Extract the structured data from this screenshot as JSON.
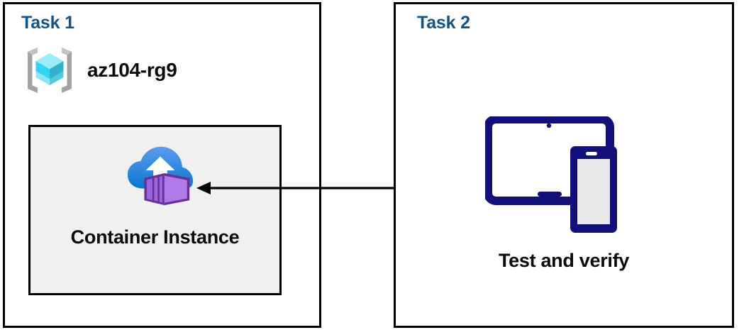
{
  "diagram": {
    "title": "Azure Container Instance task diagram",
    "panels": [
      {
        "heading": "Task 1",
        "heading_color": "#11548a",
        "resource_group": {
          "icon": "resource-group-cube-icon",
          "label": "az104-rg9"
        },
        "resource": {
          "icon": "container-instance-icon",
          "label": "Container Instance",
          "box_fill": "#f0f0f0",
          "box_border": "#000000"
        }
      },
      {
        "heading": "Task 2",
        "heading_color": "#11548a",
        "item": {
          "icon": "tablet-and-phone-devices-icon",
          "label": "Test and verify",
          "icon_color": "#11107a"
        }
      }
    ],
    "connector": {
      "name": "arrow-task2-to-container-instance",
      "direction": "left",
      "color": "#000000",
      "from": "Test and verify",
      "to": "Container Instance"
    },
    "palette": {
      "heading_blue": "#11548a",
      "navy": "#11107a",
      "cube_light": "#9cebfa",
      "cube_cyan": "#32d4f5",
      "cube_teal": "#2fb3cf",
      "cloud_blue_top": "#4e9aea",
      "cloud_blue_bottom": "#0e7ad1",
      "container_purple": "#b07ae8",
      "container_purple_dark": "#8f5cd0",
      "container_outline": "#6a2f96",
      "bracket_gray": "#a3a3a3",
      "panel_border": "#000000",
      "box_fill": "#f0f0f0"
    }
  }
}
